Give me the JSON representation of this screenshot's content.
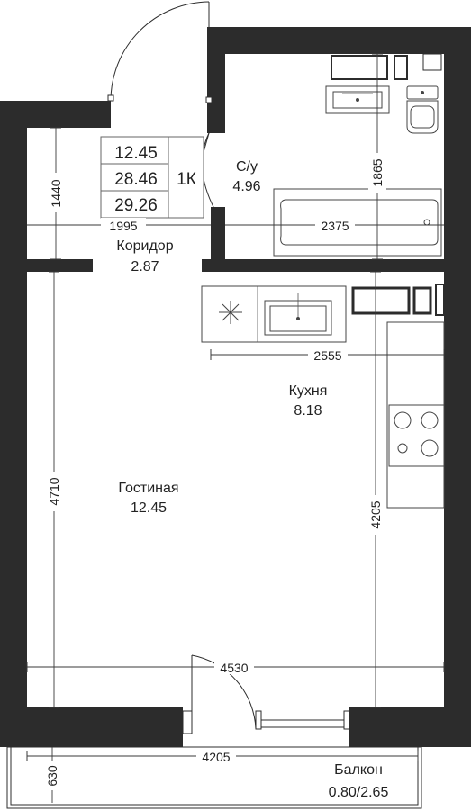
{
  "legend": {
    "living_area": "12.45",
    "total_without_balcony": "28.46",
    "total_area": "29.26",
    "type": "1К"
  },
  "rooms": {
    "bathroom": {
      "name": "С/у",
      "area": "4.96"
    },
    "corridor": {
      "name": "Коридор",
      "area": "2.87"
    },
    "kitchen": {
      "name": "Кухня",
      "area": "8.18"
    },
    "living": {
      "name": "Гостиная",
      "area": "12.45"
    },
    "balcony": {
      "name": "Балкон",
      "area": "0.80/2.65"
    }
  },
  "dimensions": {
    "corridor_width": "1995",
    "corridor_length": "1440",
    "bathroom_width": "2375",
    "bathroom_length": "1865",
    "kitchen_width": "2555",
    "kitchen_length": "4205",
    "living_length": "4710",
    "apartment_width": "4530",
    "balcony_width": "4205",
    "balcony_depth": "630"
  },
  "colors": {
    "wall": "#2c2c2c",
    "background": "#ffffff"
  }
}
